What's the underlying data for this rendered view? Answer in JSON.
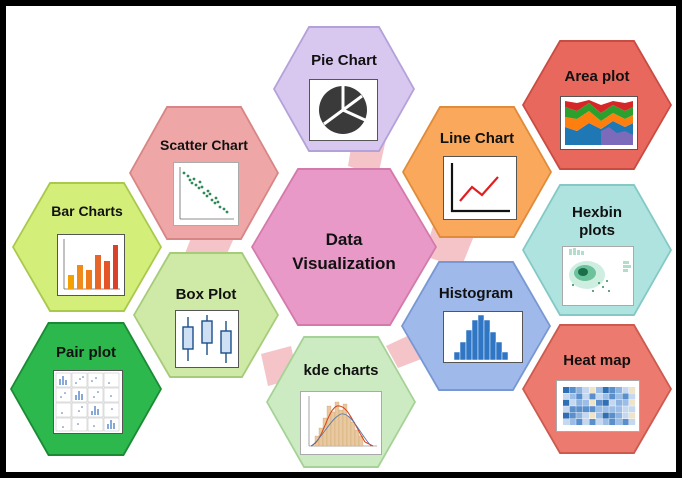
{
  "diagram": {
    "center": {
      "line1": "Data",
      "line2": "Visualization",
      "color": "#e999c8"
    },
    "nodes": {
      "pie": {
        "label": "Pie Chart",
        "color": "#d8c7ef",
        "border": "#b3a1d9"
      },
      "scatter": {
        "label": "Scatter Chart",
        "color": "#efa6a6",
        "border": "#d88585"
      },
      "bar": {
        "label": "Bar Charts",
        "color": "#d4ee7a",
        "border": "#a9c94c"
      },
      "box": {
        "label": "Box Plot",
        "color": "#cfeaa6",
        "border": "#a6cc7a"
      },
      "pair": {
        "label": "Pair plot",
        "color": "#2cb84c",
        "border": "#1b8a35"
      },
      "kde": {
        "label": "kde charts",
        "color": "#cdebc2",
        "border": "#a5d297"
      },
      "line": {
        "label": "Line Chart",
        "color": "#f9a85c",
        "border": "#e08b3a"
      },
      "histogram": {
        "label": "Histogram",
        "color": "#9fb9ea",
        "border": "#7897d3"
      },
      "area": {
        "label": "Area plot",
        "color": "#e8685e",
        "border": "#c94c43"
      },
      "hexbin": {
        "line1": "Hexbin",
        "line2": "plots",
        "color": "#aee3e0",
        "border": "#84c9c5"
      },
      "heatmap": {
        "label": "Heat map",
        "color": "#ec7a6e",
        "border": "#cc5a4f"
      }
    },
    "connector_color": "#f4c4c8"
  }
}
